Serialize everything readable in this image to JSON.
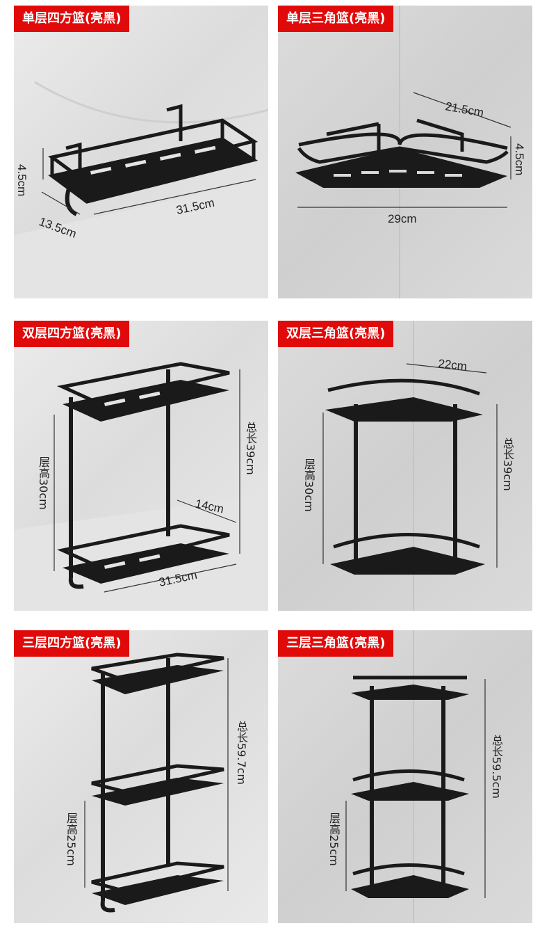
{
  "panels": [
    {
      "title": "单层四方篮(亮黑)",
      "dims": [
        "4.5cm",
        "13.5cm",
        "31.5cm"
      ]
    },
    {
      "title": "单层三角篮(亮黑)",
      "dims": [
        "21.5cm",
        "4.5cm",
        "29cm"
      ]
    },
    {
      "title": "双层四方篮(亮黑)",
      "dims": [
        "总长39cm",
        "层高30cm",
        "14cm",
        "31.5cm"
      ]
    },
    {
      "title": "双层三角篮(亮黑)",
      "dims": [
        "22cm",
        "层高30cm",
        "总长39cm"
      ]
    },
    {
      "title": "三层四方篮(亮黑)",
      "dims": [
        "总长59.7cm",
        "层高25cm"
      ]
    },
    {
      "title": "三层三角篮(亮黑)",
      "dims": [
        "总长59.5cm",
        "层高25cm"
      ]
    }
  ],
  "colors": {
    "tag_bg": "#e10a0a",
    "rack": "#1a1a1a"
  }
}
